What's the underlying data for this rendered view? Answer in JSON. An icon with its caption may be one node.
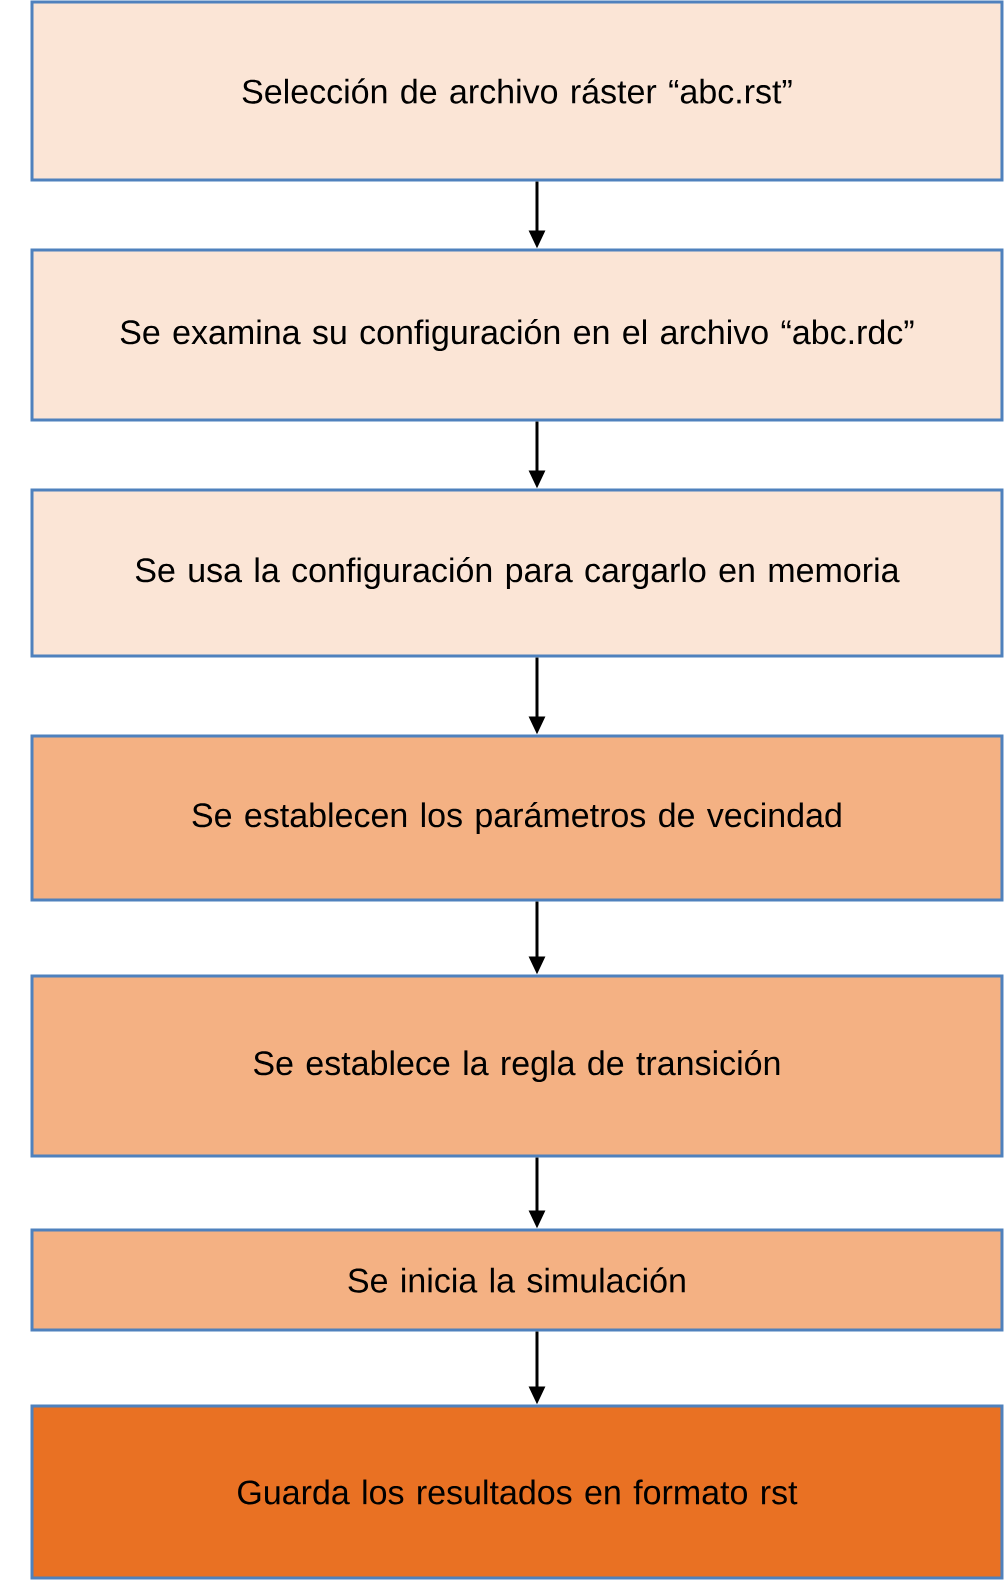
{
  "diagram": {
    "nodes": [
      {
        "text": [
          "Selección de archivo ráster “abc.rst”"
        ]
      },
      {
        "text": [
          "Se examina su configuración en el archivo “abc.rdc”"
        ]
      },
      {
        "text": [
          "Se usa la configuración para cargarlo en memoria"
        ]
      },
      {
        "text": [
          "Se establecen los parámetros de vecindad"
        ]
      },
      {
        "text": [
          "Se establece la regla de transición"
        ]
      },
      {
        "text": [
          "Se inicia la simulación"
        ]
      },
      {
        "text": [
          "Guarda los resultados en formato rst"
        ]
      }
    ],
    "edges": [
      {
        "from": 0,
        "to": 1,
        "arrow": "to"
      },
      {
        "from": 1,
        "to": 2,
        "arrow": "to"
      },
      {
        "from": 2,
        "to": 3,
        "arrow": "to"
      },
      {
        "from": 3,
        "to": 4,
        "arrow": "to"
      },
      {
        "from": 4,
        "to": 5,
        "arrow": "to"
      },
      {
        "from": 5,
        "to": 6,
        "arrow": "to"
      }
    ]
  }
}
